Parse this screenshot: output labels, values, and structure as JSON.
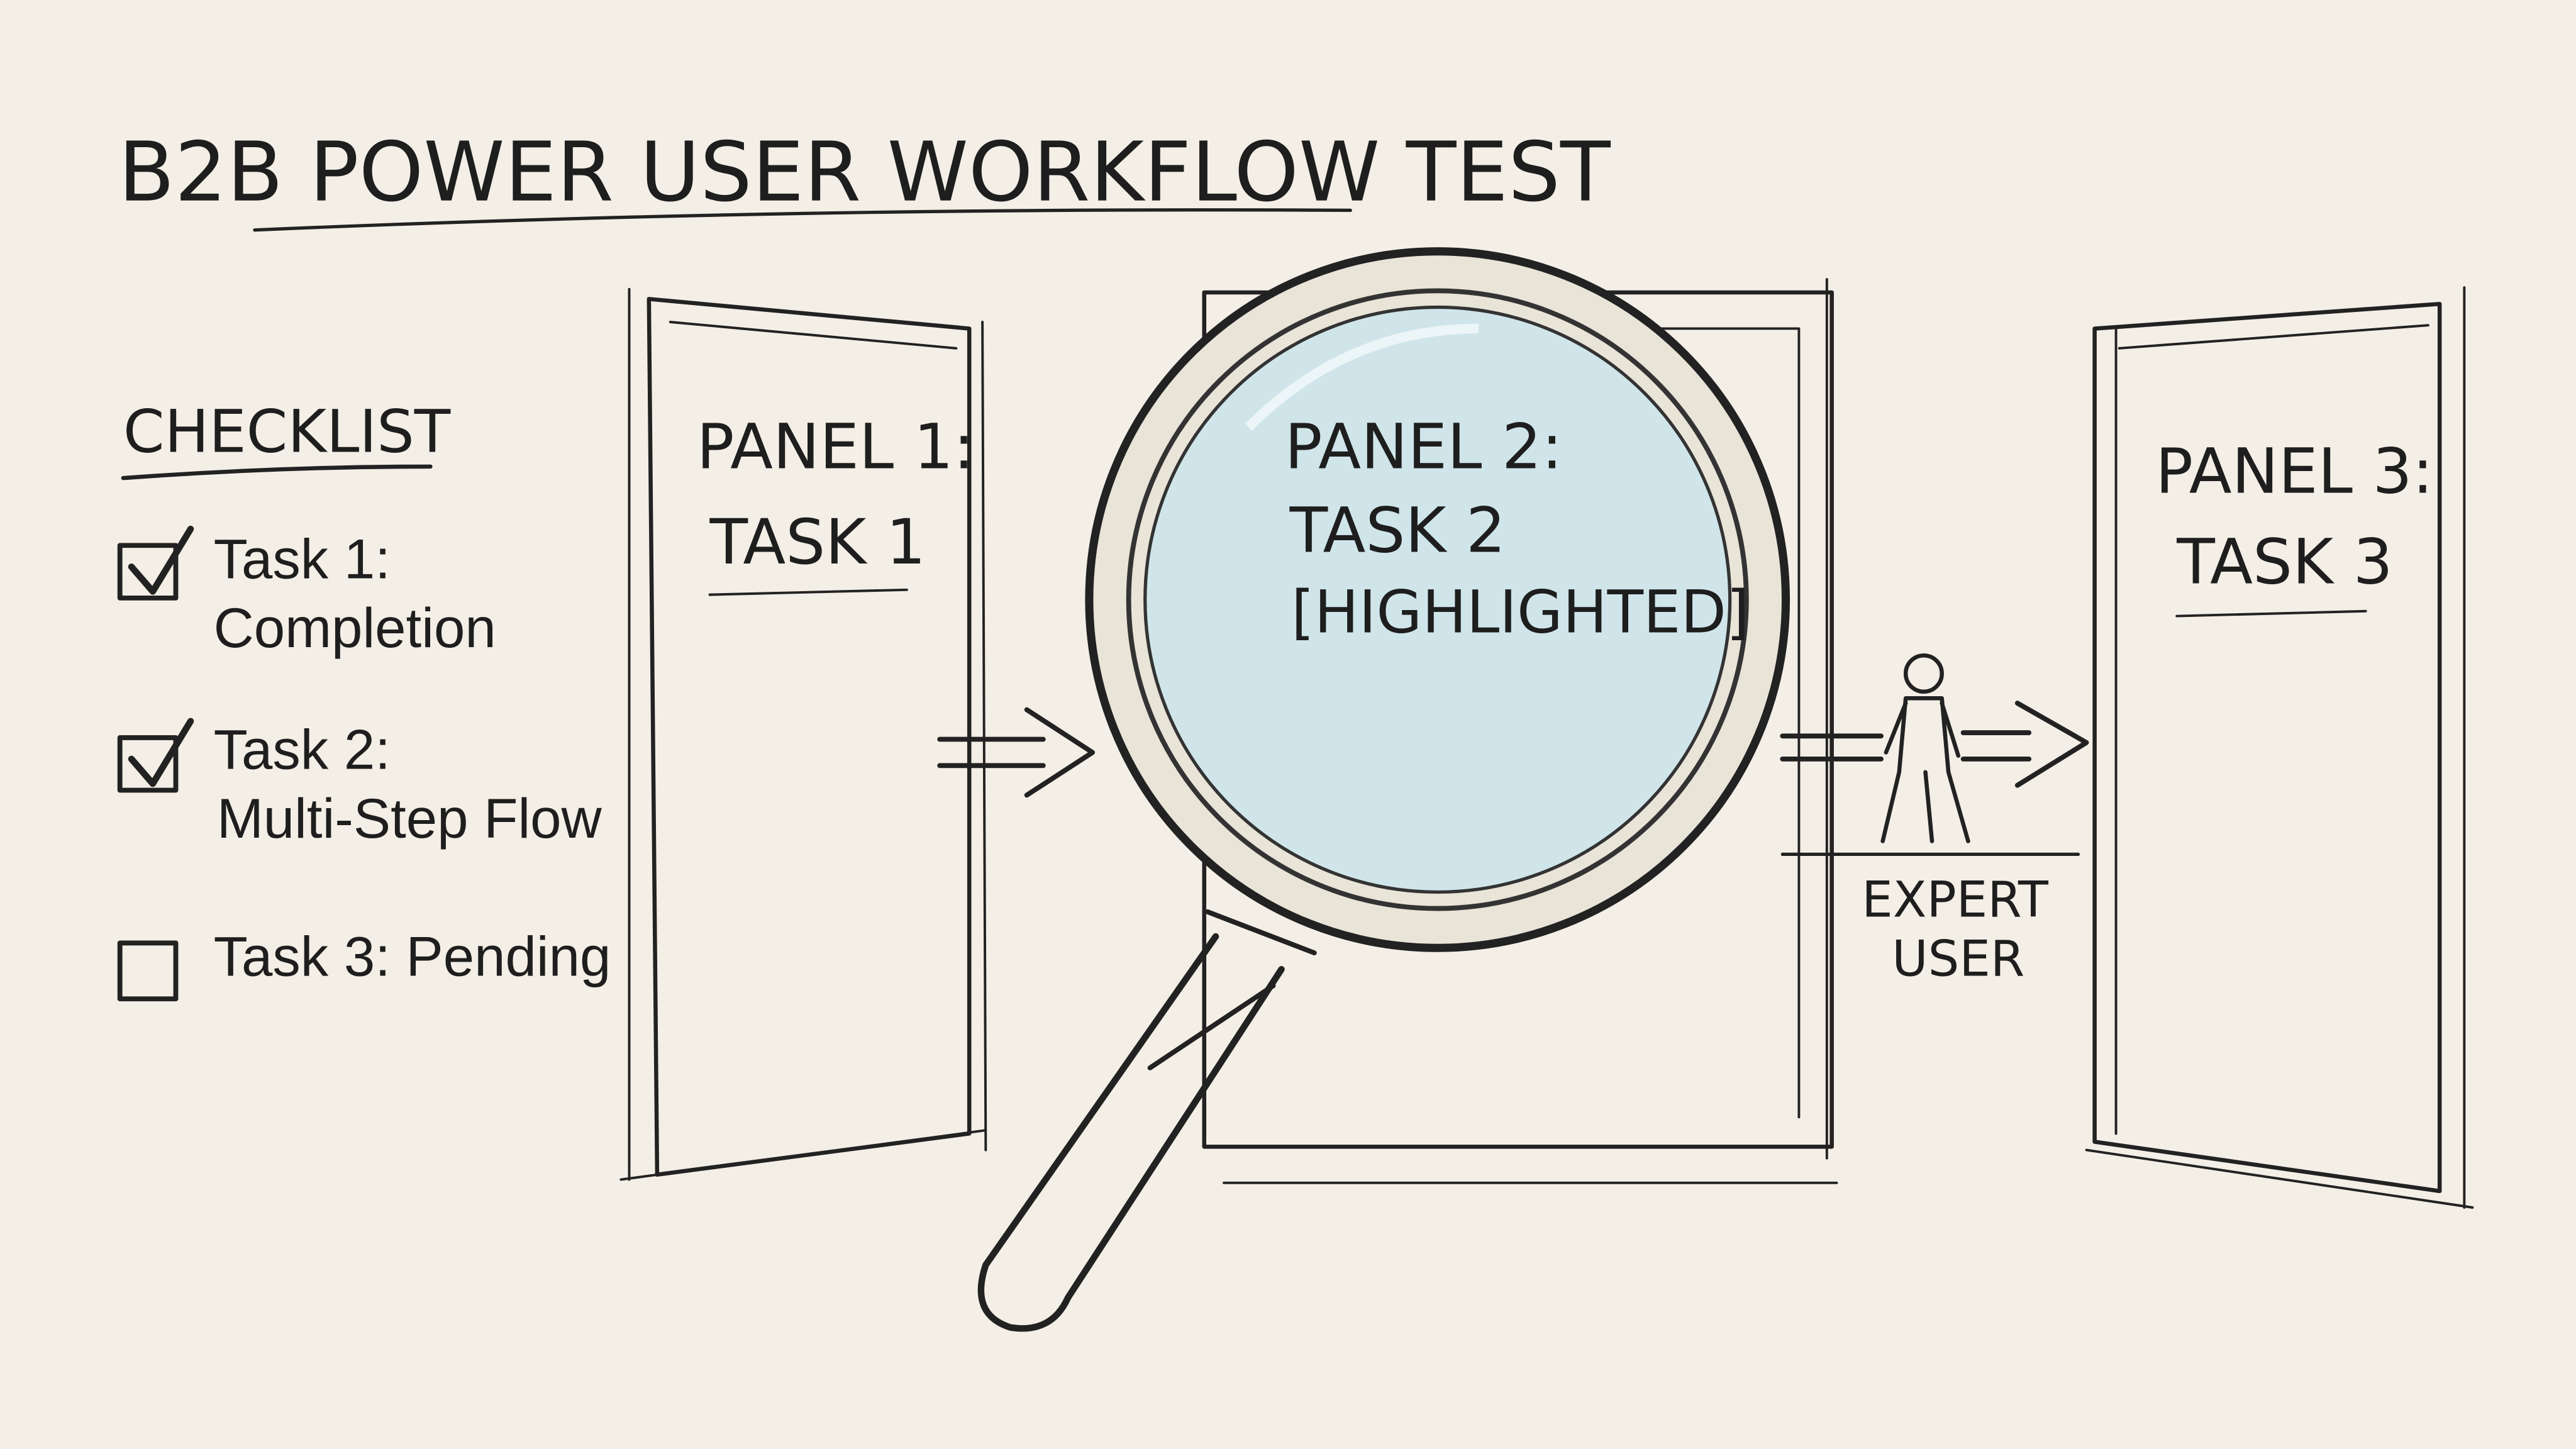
{
  "title": "B2B POWER USER WORKFLOW TEST",
  "checklist": {
    "heading": "CHECKLIST",
    "items": [
      {
        "line1": "Task 1:",
        "line2": "Completion",
        "checked": true
      },
      {
        "line1": "Task 2:",
        "line2": "Multi-Step Flow",
        "checked": true
      },
      {
        "line1": "Task 3: Pending",
        "checked": false
      }
    ]
  },
  "panels": [
    {
      "line1": "PANEL 1:",
      "line2": "TASK 1"
    },
    {
      "line1": "PANEL 2:",
      "line2": "TASK 2",
      "line3": "[HIGHLIGHTED]"
    },
    {
      "line1": "PANEL 3:",
      "line2": "TASK 3"
    }
  ],
  "user": {
    "line1": "EXPERT",
    "line2": "USER",
    "icon": "walking-person-icon"
  },
  "magnifier": {
    "icon": "magnifying-glass-icon",
    "lens_color": "#cfe5ea"
  },
  "colors": {
    "paper": "#f3efe6",
    "ink": "#1e1e1e",
    "lens": "#cfe5ea"
  }
}
